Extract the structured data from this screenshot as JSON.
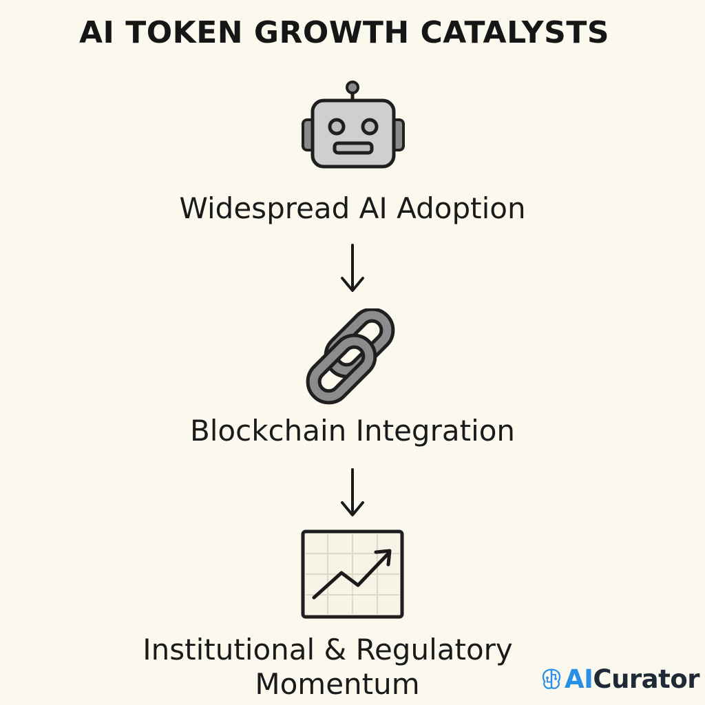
{
  "title": "AI TOKEN GROWTH CATALYSTS",
  "steps": [
    {
      "label": "Widespread AI Adoption",
      "icon": "robot-icon"
    },
    {
      "label": "Blockchain Integration",
      "icon": "chain-link-icon"
    },
    {
      "label_line1": "Institutional & Regulatory",
      "label_line2": "Momentum",
      "icon": "growth-chart-icon"
    }
  ],
  "connector_icon": "down-arrow-icon",
  "brand": {
    "icon": "brain-circuit-icon",
    "text_highlight": "AI",
    "text_rest": "Curator",
    "highlight_color": "#2a8fe6"
  },
  "colors": {
    "background": "#fbf8ee",
    "text": "#1a1a1a",
    "icon_fill": "#cfcfcf",
    "icon_stroke": "#1f1f1f"
  }
}
